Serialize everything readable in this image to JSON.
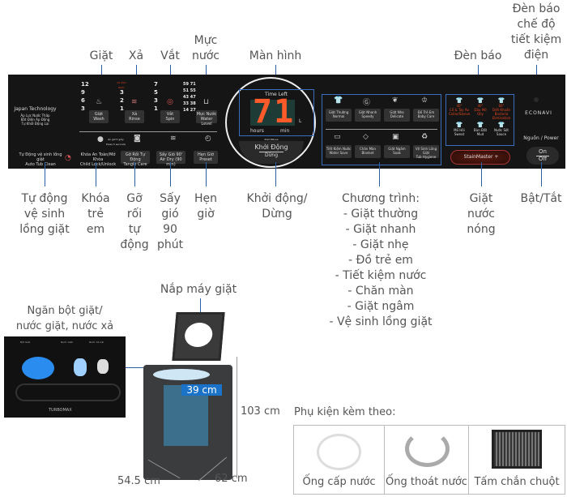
{
  "top_labels": {
    "wash": "Giặt",
    "rinse": "Xả",
    "spin": "Vắt",
    "water_level": [
      "Mực",
      "nước"
    ],
    "display": "Màn hình",
    "indicator": "Đèn báo",
    "eco_indicator": [
      "Đèn báo",
      "chế độ",
      "tiết kiệm",
      "điện"
    ]
  },
  "panel": {
    "brand_title": "Japan Technology",
    "brand_lines": [
      "Áp Lực Nước Thấp",
      "Bắt Điện Áp Động",
      "Tự Khởi Động Lại"
    ],
    "wash_nums": [
      "12",
      "9",
      "6",
      "3"
    ],
    "rinse_top": "Xả Tràn Nước",
    "rinse_nums": [
      "3",
      "2",
      "1"
    ],
    "spin_nums": [
      "7",
      "5",
      "3",
      "1"
    ],
    "water_nums": [
      "59",
      "71",
      "51",
      "55",
      "43",
      "47",
      "33",
      "38",
      "14",
      "27"
    ],
    "wash_btn": [
      "Giặt",
      "Wash"
    ],
    "rinse_btn": [
      "Xả",
      "Rinse"
    ],
    "spin_btn": [
      "Vắt",
      "Spin"
    ],
    "water_btn": [
      "Mực Nước",
      "Water Level"
    ],
    "auto_clean_btn": [
      "Tự Động vệ sinh lồng giặt",
      "Auto Tub Clean"
    ],
    "child_lock_btn": [
      "Khóa An Toàn/Mở Khóa",
      "Child Lock/Unlock"
    ],
    "child_lock_note": "ấn giữ 5 giây Press 5 seconds",
    "tangle_btn": [
      "Gỡ Rối Tự Động",
      "Tangle Care"
    ],
    "airdry_btn": [
      "Sấy Gió 90'",
      "Air Dry (90 min)"
    ],
    "preset_btn": [
      "Hẹn Giờ",
      "Preset"
    ],
    "time_left": "Time Left",
    "display_value": "71",
    "display_unit": "L",
    "hours": "hours",
    "min": "min",
    "start_pause": "Start/Pause",
    "start": "Khởi Động",
    "stop": "Dừng",
    "programs": [
      [
        "Giặt Thường",
        "Normal"
      ],
      [
        "Giặt Nhanh",
        "Speedy"
      ],
      [
        "Giặt Nhẹ",
        "Delicate"
      ],
      [
        "Đồ Trẻ Em",
        "Baby Care"
      ],
      [
        "Tiết Kiệm Nước",
        "Water Save"
      ],
      [
        "Chăn Màn",
        "Blanket"
      ],
      [
        "Giặt Ngâm",
        "Soak"
      ],
      [
        "Vệ Sinh Lồng Giặt",
        "Tub Hygiene"
      ]
    ],
    "hot": [
      [
        "40°",
        "Cổ & Tay Áo",
        "Collar/Sleeve"
      ],
      [
        "40°",
        "Dầu Mỡ",
        "Oily"
      ],
      [
        "60°",
        "Diệt Khuẩn",
        "Bacteria Elimination"
      ],
      [
        "",
        "Mồ Hôi",
        "Sweat"
      ],
      [
        "",
        "Bùn Đất",
        "Mud"
      ],
      [
        "",
        "Nước Sốt",
        "Sauce"
      ]
    ],
    "stainmaster": "StainMaster +",
    "econavi": "ECONAVI",
    "power": "Nguồn / Power",
    "on": "On",
    "off": "Off",
    "hot_color": "#e0451d"
  },
  "bottom_labels": {
    "auto_clean": [
      "Tự động",
      "vệ sinh",
      "lồng giặt"
    ],
    "child_lock": [
      "Khóa",
      "trẻ",
      "em"
    ],
    "tangle": [
      "Gỡ",
      "rối",
      "tự",
      "động"
    ],
    "airdry": [
      "Sấy",
      "gió",
      "90",
      "phút"
    ],
    "preset": [
      "Hẹn",
      "giờ"
    ],
    "start_stop": [
      "Khởi động/",
      "Dừng"
    ],
    "programs_title": "Chương trình:",
    "programs": [
      "- Giặt thường",
      "- Giặt nhanh",
      "- Giặt nhẹ",
      "- Đồ trẻ em",
      "- Tiết kiệm nước",
      "- Chăn màn",
      "- Giặt ngâm",
      "- Vệ sinh lồng giặt"
    ],
    "hot_water": [
      "Giặt",
      "nước",
      "nóng"
    ],
    "power": "Bật/Tắt"
  },
  "machine": {
    "lid": "Nắp máy giặt",
    "drawer": [
      "Ngăn bột giặt/",
      "nước giặt, nước xả"
    ],
    "drawer_labels": [
      "Bột Giặt",
      "Nước Giặt",
      "Nước Xả Vải"
    ],
    "turbo": "TURBOMAX",
    "tub_diameter": "39 cm",
    "height": "103 cm",
    "width": "54.5 cm",
    "depth": "62 cm"
  },
  "accessories": {
    "title": "Phụ kiện kèm theo:",
    "items": [
      "Ống cấp nước",
      "Ống thoát nước",
      "Tấm chắn chuột"
    ]
  },
  "accent": "#2a5fa8"
}
